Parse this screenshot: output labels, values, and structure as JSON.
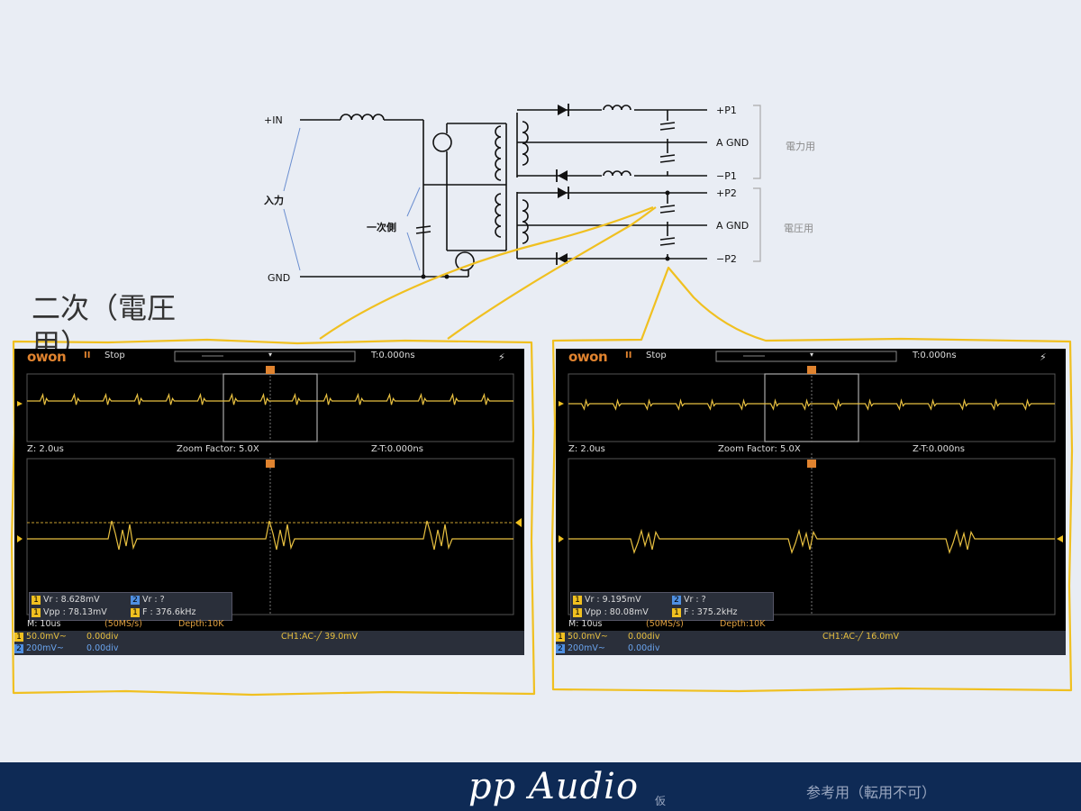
{
  "circuit": {
    "in_plus": "+IN",
    "in_gnd": "GND",
    "input": "入力",
    "primary": "一次側",
    "outputs": [
      "+P1",
      "A GND",
      "−P1",
      "+P2",
      "A GND",
      "−P2"
    ],
    "group_power": "電力用",
    "group_voltage": "電圧用"
  },
  "section_title": "二次（電圧用）",
  "scopes": [
    {
      "brand": "owon",
      "status": "Stop",
      "trigger_time": "T:0.000ns",
      "zoom_z": "Z: 2.0us",
      "zoom_factor": "Zoom Factor: 5.0X",
      "zoom_zt": "Z-T:0.000ns",
      "vr1": "Vr : 8.628mV",
      "vr2": "Vr :     ?",
      "vpp1": "Vpp : 78.13mV",
      "freq1": "F : 376.6kHz",
      "timebase": "M: 10us",
      "sample_rate": "(50MS/s)",
      "depth": "Depth:10K",
      "ch1_scale": "50.0mV~",
      "ch1_offset": "0.00div",
      "ch2_scale": "200mV~",
      "ch2_offset": "0.00div",
      "trigger": "CH1:AC-╱ 39.0mV"
    },
    {
      "brand": "owon",
      "status": "Stop",
      "trigger_time": "T:0.000ns",
      "zoom_z": "Z: 2.0us",
      "zoom_factor": "Zoom Factor: 5.0X",
      "zoom_zt": "Z-T:0.000ns",
      "vr1": "Vr : 9.195mV",
      "vr2": "Vr :     ?",
      "vpp1": "Vpp : 80.08mV",
      "freq1": "F : 375.2kHz",
      "timebase": "M: 10us",
      "sample_rate": "(50MS/s)",
      "depth": "Depth:10K",
      "ch1_scale": "50.0mV~",
      "ch1_offset": "0.00div",
      "ch2_scale": "200mV~",
      "ch2_offset": "0.00div",
      "trigger": "CH1:AC-╱ 16.0mV"
    }
  ],
  "footer": {
    "brand": "pp Audio",
    "kari": "仮",
    "ref": "参考用（転用不可）"
  },
  "colors": {
    "highlight": "#f0c020",
    "trace": "#e8c040",
    "footer_bg": "#0e2a55",
    "owon": "#e0832f"
  }
}
